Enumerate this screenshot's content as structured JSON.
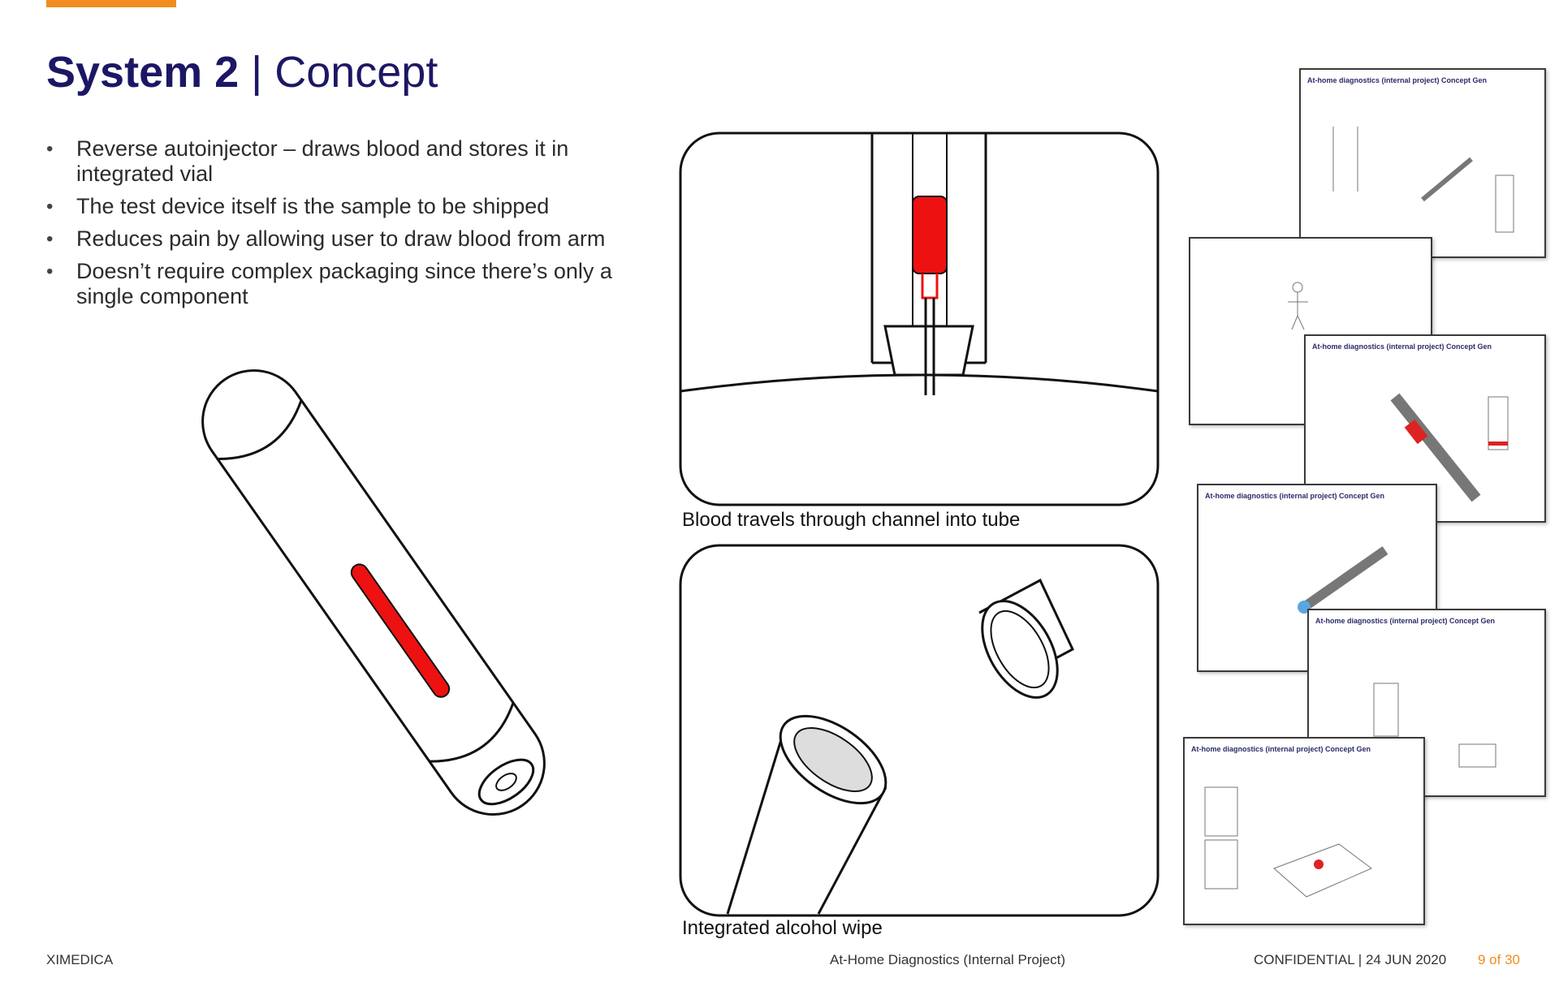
{
  "slide": {
    "title_bold": "System 2",
    "title_rest": "| Concept",
    "bullets": [
      "Reverse autoinjector – draws blood and stores it in integrated vial",
      "The test device itself is the sample to be shipped",
      "Reduces pain by allowing user to draw blood from arm",
      "Doesn’t require complex packaging since there’s only a single component"
    ]
  },
  "figures": {
    "channel_caption": "Blood travels through channel into tube",
    "wipe_caption": "Integrated alcohol wipe"
  },
  "thumbnails": {
    "header": "At-home diagnostics (internal project) Concept Gen"
  },
  "footer": {
    "company": "XIMEDICA",
    "project": "At-Home Diagnostics (Internal Project)",
    "confidential": "CONFIDENTIAL",
    "sep": "|",
    "date": "24 JUN 2020",
    "page": "9 of 30"
  },
  "colors": {
    "title": "#1c1764",
    "accent": "#f28c1e",
    "blood": "#ee1111"
  }
}
